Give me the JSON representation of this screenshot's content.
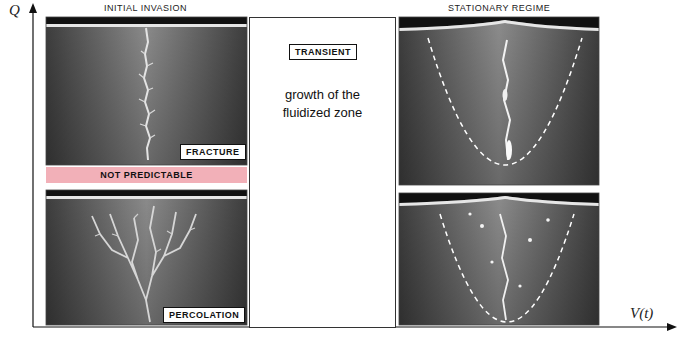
{
  "diagram": {
    "nodes": [
      {
        "text": [
          "FRACTURE"
        ]
      },
      {
        "text": [
          "NOT PREDICTABLE"
        ]
      },
      {
        "text": [
          "PERCOLATION"
        ]
      },
      {
        "text": [
          "growth of the fluidized zone"
        ]
      },
      {
        "text": [
          "TRANSIENT"
        ],
        "in": 3
      }
    ],
    "labels": [
      "Q",
      "INITIAL INVASION",
      "STATIONARY REGIME",
      "V(t)"
    ]
  }
}
